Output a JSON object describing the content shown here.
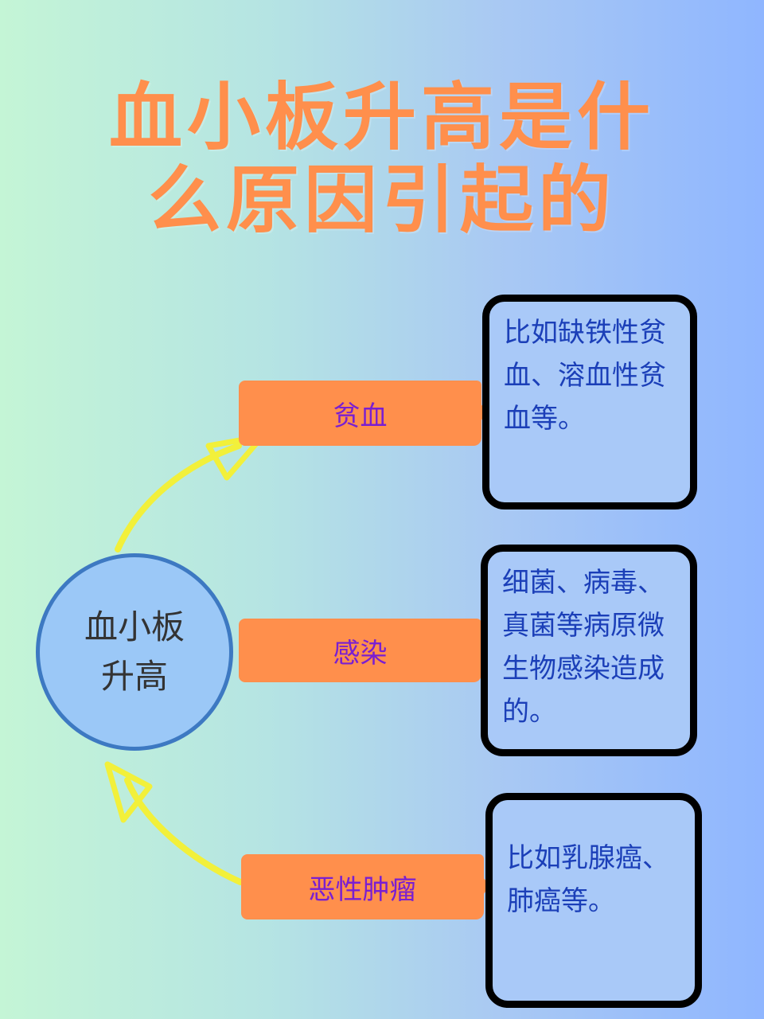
{
  "title": {
    "line1": "血小板升高是什",
    "line2": "么原因引起的"
  },
  "center": {
    "label": "血小板升高"
  },
  "branches": [
    {
      "tag": "贫血",
      "desc": "比如缺铁性贫血、溶血性贫血等。"
    },
    {
      "tag": "感染",
      "desc": "细菌、病毒、真菌等病原微生物感染造成的。"
    },
    {
      "tag": "恶性肿瘤",
      "desc": "比如乳腺癌、肺癌等。"
    }
  ],
  "colors": {
    "title": "#ff8f4c",
    "tag_fill": "#ff8f4c",
    "tag_text": "#7a1fd1",
    "box_text": "#1b3fb8",
    "arrow": "#f2f03a",
    "circle_fill": "#9bc8f7",
    "circle_border": "#3d79c2"
  }
}
